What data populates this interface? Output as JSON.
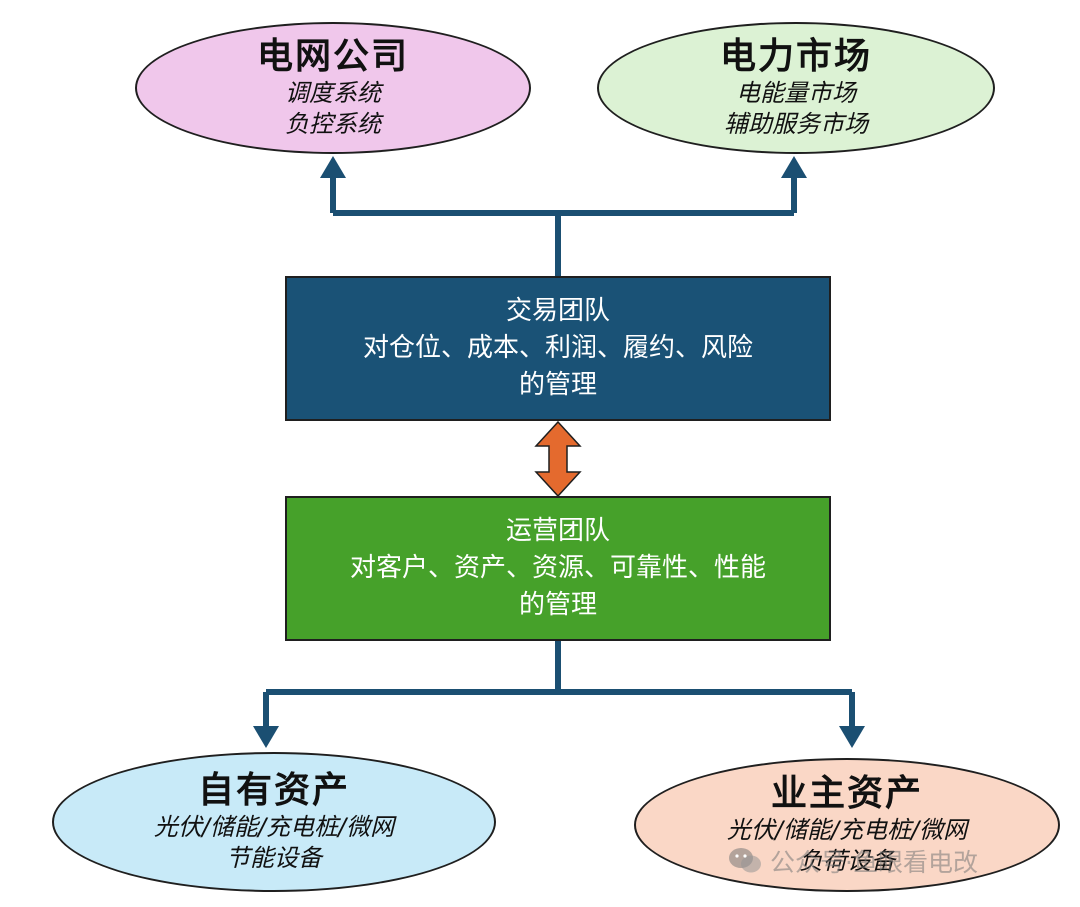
{
  "colors": {
    "connector": "#1b4f72",
    "double_arrow": "#e46a2e",
    "grid_company_fill": "#f0c7eb",
    "power_market_fill": "#dcf2d4",
    "own_assets_fill": "#c8eaf8",
    "owner_assets_fill": "#fad7c6",
    "trading_team_fill": "#1a5276",
    "operations_team_fill": "#46a12a"
  },
  "nodes": {
    "grid_company": {
      "title": "电网公司",
      "lines": [
        "调度系统",
        "负控系统"
      ]
    },
    "power_market": {
      "title": "电力市场",
      "lines": [
        "电能量市场",
        "辅助服务市场"
      ]
    },
    "trading_team": {
      "lines": [
        "交易团队",
        "对仓位、成本、利润、履约、风险",
        "的管理"
      ]
    },
    "operations_team": {
      "lines": [
        "运营团队",
        "对客户、资产、资源、可靠性、性能",
        "的管理"
      ]
    },
    "own_assets": {
      "title": "自有资产",
      "lines": [
        "光伏/储能/充电桩/微网",
        "节能设备"
      ]
    },
    "owner_assets": {
      "title": "业主资产",
      "lines": [
        "光伏/储能/充电桩/微网",
        "负荷设备"
      ]
    }
  },
  "watermark": {
    "icon": "wechat-icon",
    "text": "公众号·鱼眼看电改"
  }
}
